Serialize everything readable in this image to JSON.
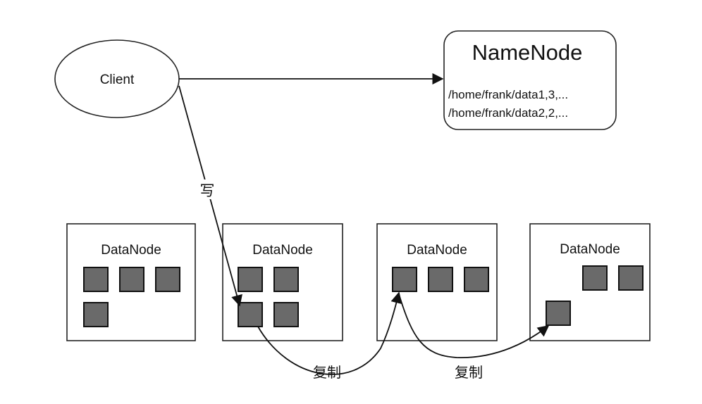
{
  "client": {
    "label": "Client"
  },
  "namenode": {
    "title": "NameNode",
    "entries": [
      "/home/frank/data1,3,...",
      "/home/frank/data2,2,..."
    ]
  },
  "datanodes": [
    {
      "label": "DataNode"
    },
    {
      "label": "DataNode"
    },
    {
      "label": "DataNode"
    },
    {
      "label": "DataNode"
    }
  ],
  "edges": {
    "write_label": "写",
    "replicate_label_1": "复制",
    "replicate_label_2": "复制"
  },
  "colors": {
    "stroke": "#111111",
    "block_fill": "#6a6a6a",
    "background": "#ffffff"
  }
}
